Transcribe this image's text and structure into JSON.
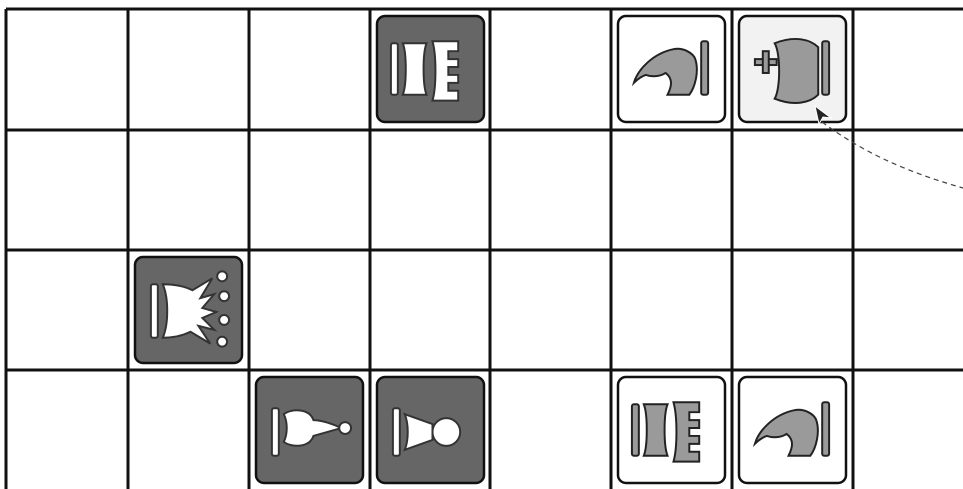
{
  "board": {
    "visible_columns": 8,
    "visible_rows": 4,
    "colors": {
      "light_tile": "#ffffff",
      "dark_tile": "#666666",
      "piece_gray": "#9a9a9a",
      "line": "#111111"
    }
  },
  "pieces": [
    {
      "name": "dark-rook",
      "kind": "rook",
      "side": "dark",
      "rotation": "sideways",
      "col": 3,
      "row": 0
    },
    {
      "name": "light-knight",
      "kind": "knight",
      "side": "light",
      "rotation": "sideways",
      "col": 5,
      "row": 0
    },
    {
      "name": "light-king",
      "kind": "king",
      "side": "light",
      "rotation": "sideways",
      "col": 6,
      "row": 0,
      "highlighted": true
    },
    {
      "name": "dark-queen",
      "kind": "queen",
      "side": "dark",
      "rotation": "sideways",
      "col": 1,
      "row": 2
    },
    {
      "name": "dark-bishop",
      "kind": "bishop",
      "side": "dark",
      "rotation": "sideways",
      "col": 2,
      "row": 3
    },
    {
      "name": "dark-pawn",
      "kind": "pawn",
      "side": "dark",
      "rotation": "sideways",
      "col": 3,
      "row": 3
    },
    {
      "name": "light-rook",
      "kind": "rook",
      "side": "light",
      "rotation": "sideways",
      "col": 5,
      "row": 3
    },
    {
      "name": "light-knight-2",
      "kind": "knight",
      "side": "light",
      "rotation": "sideways",
      "col": 6,
      "row": 3
    }
  ],
  "cursor": {
    "icon": "pointer-arrow-icon",
    "trail": "dashed-curve"
  }
}
